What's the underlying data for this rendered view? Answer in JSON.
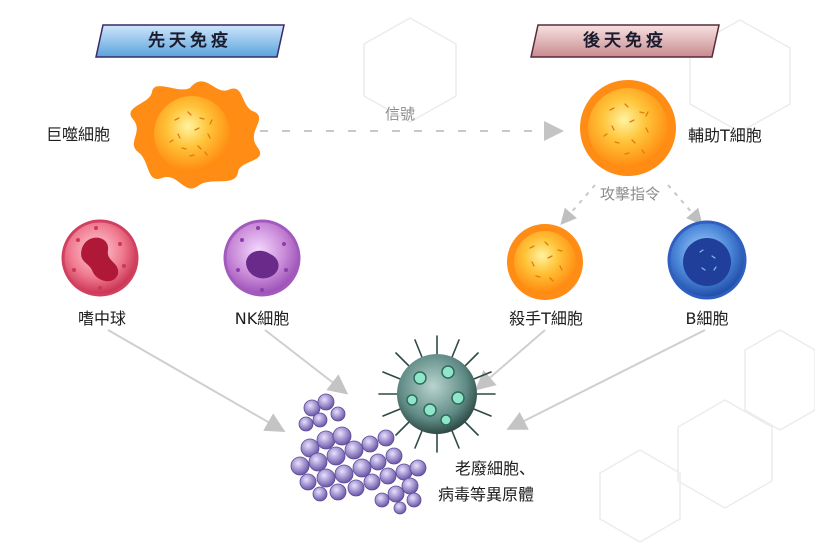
{
  "innate": {
    "title": "先天免疫"
  },
  "adaptive": {
    "title": "後天免疫"
  },
  "cells": {
    "macrophage": "巨噬細胞",
    "helper_t": "輔助T細胞",
    "neutrophil": "嗜中球",
    "nk": "NK細胞",
    "killer_t": "殺手T細胞",
    "b_cell": "B細胞"
  },
  "signal": "信號",
  "attack_command": "攻擊指令",
  "targets": {
    "line1": "老廢細胞、",
    "line2": "病毒等異原體"
  },
  "colors": {
    "innate_banner": "#5aa3dc",
    "adaptive_banner": "#c98a8e",
    "orange_cell": "#ff9f1a",
    "neutrophil": "#d63a5a",
    "nk": "#b06ac4",
    "b_cell": "#2f5fbf",
    "virus": "#5e7f7a",
    "debris": "#8a78c0"
  }
}
